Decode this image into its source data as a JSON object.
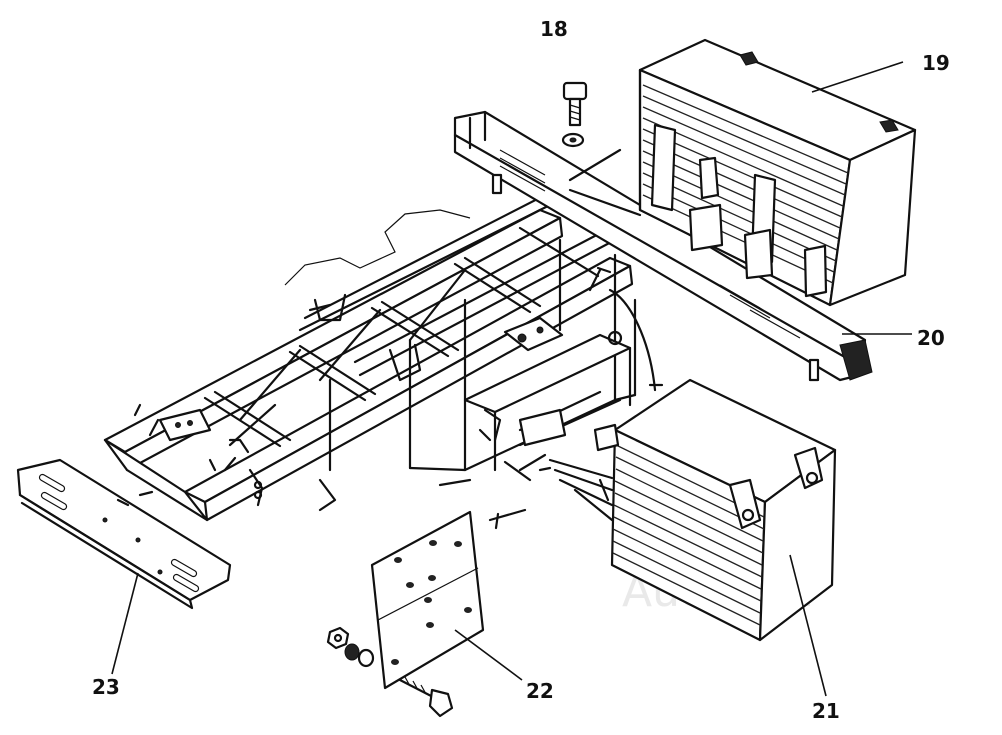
{
  "labels": {
    "p18": "18",
    "p19": "19",
    "p20": "20",
    "p21": "21",
    "p22": "22",
    "p23": "23"
  },
  "watermark": "AutoSoft"
}
